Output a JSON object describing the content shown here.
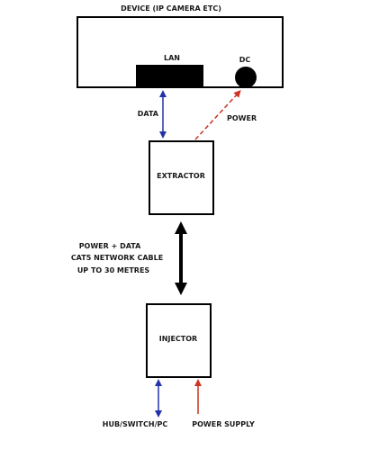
{
  "diagram": {
    "title": "DEVICE (IP CAMERA ETC)",
    "device": {
      "lan_label": "LAN",
      "dc_label": "DC"
    },
    "extractor_label": "EXTRACTOR",
    "injector_label": "INJECTOR",
    "data_label": "DATA",
    "power_label": "POWER",
    "cable_note": [
      "POWER + DATA",
      "CAT5 NETWORK CABLE",
      "UP TO 30 METRES"
    ],
    "hub_label": "HUB/SWITCH/PC",
    "power_supply_label": "POWER SUPPLY",
    "colors": {
      "data_arrow": "#2233aa",
      "power_arrow": "#cc3322",
      "outline": "#000000"
    }
  }
}
